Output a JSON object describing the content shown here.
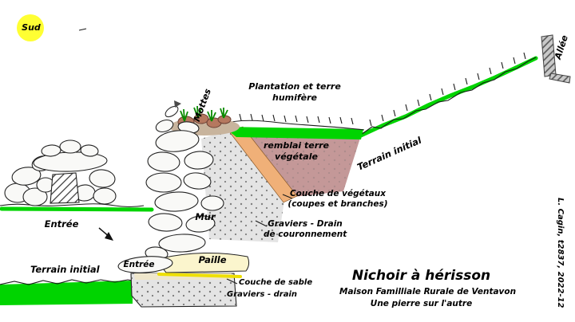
{
  "labels": {
    "sud": "Sud",
    "allee": "Allée",
    "mottes": "Mottes",
    "plantation": {
      "line1": "Plantation et terre",
      "line2": "humifère"
    },
    "remblai": {
      "line1": "remblai terre",
      "line2": "végétale"
    },
    "terrain_slope": "Terrain initial",
    "couche_vegetaux": {
      "line1": "Couche de végétaux",
      "line2": "(coupes et branches)"
    },
    "mur": "Mur",
    "graviers_couronnement": {
      "line1": "Graviers - Drain",
      "line2": "de couronnement"
    },
    "paille": "Paille",
    "entree_mound": "Entrée",
    "entree_front": "Entrée",
    "terrain_bottom": "Terrain initial",
    "couche_sable": "Couche de sable",
    "graviers_drain": "Graviers - drain"
  },
  "title_block": {
    "title": "Nichoir à hérisson",
    "subtitle": "Maison Familliale Rurale de Ventavon",
    "tagline": "Une pierre sur l'autre"
  },
  "credit": "L. Cagin, t2837, 2022-12",
  "colors": {
    "grass_green": "#00d400",
    "sun_yellow": "#ffff33",
    "remblai_pink": "#c49898",
    "vegetaux_orange": "#f0b078",
    "paille_cream": "#fbf5cd",
    "paille_yellow": "#eedf00",
    "gravel_grey": "#e4e4e4"
  }
}
